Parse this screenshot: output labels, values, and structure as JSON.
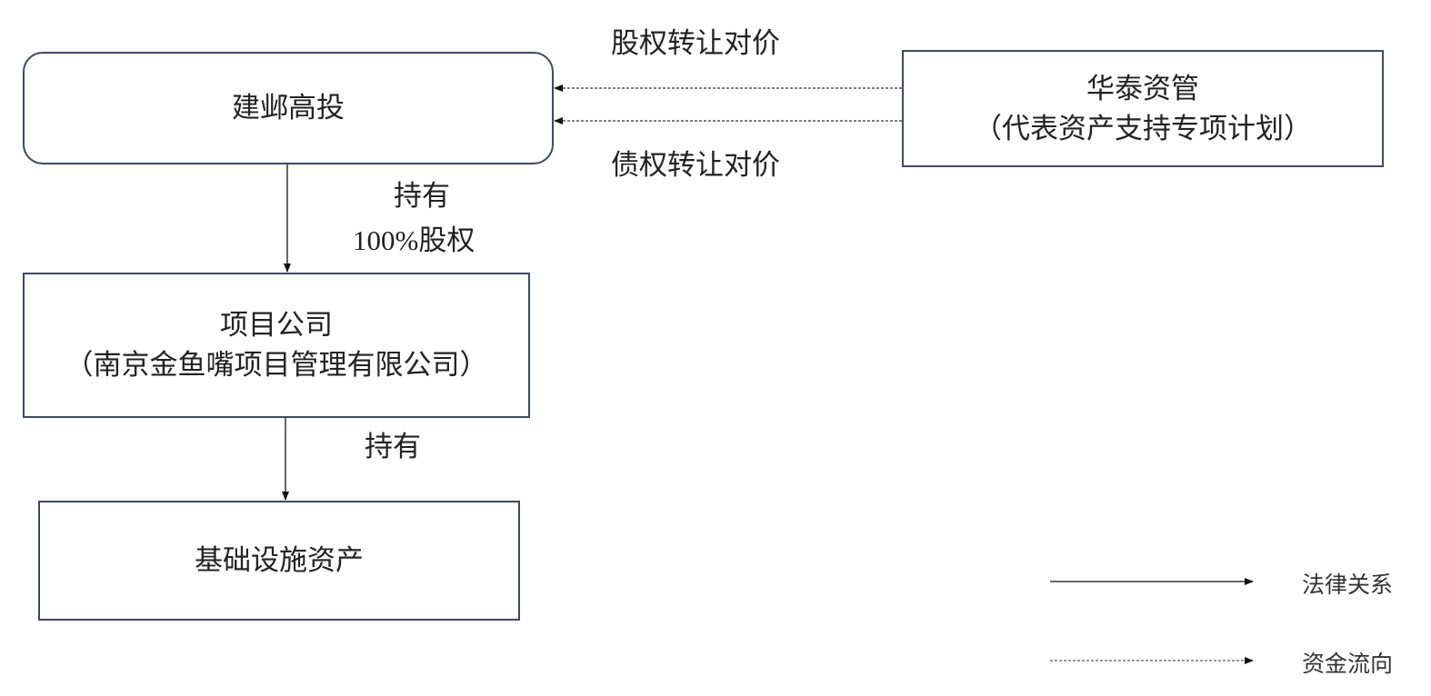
{
  "nodes": {
    "jianye": {
      "title": "建邺高投"
    },
    "huatai": {
      "title": "华泰资管",
      "subtitle": "（代表资产支持专项计划）"
    },
    "project_company": {
      "title": "项目公司",
      "subtitle": "（南京金鱼嘴项目管理有限公司）"
    },
    "infrastructure": {
      "title": "基础设施资产"
    }
  },
  "edges": {
    "equity_payment": "股权转让对价",
    "debt_payment": "债权转让对价",
    "hold_100": {
      "line1": "持有",
      "line2": "100%股权"
    },
    "hold": "持有"
  },
  "legend": {
    "legal": "法律关系",
    "funds": "资金流向"
  },
  "colors": {
    "box_border": "#3b4a63",
    "line": "#333333"
  }
}
